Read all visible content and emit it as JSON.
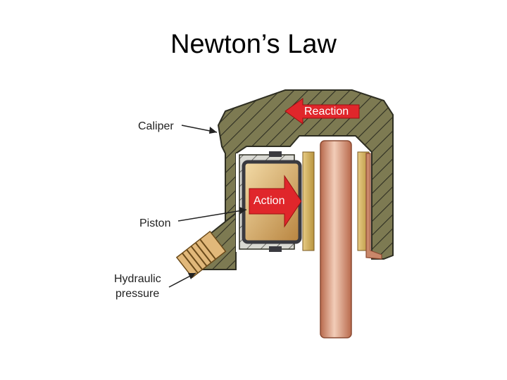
{
  "slide": {
    "title": "Newton’s Law"
  },
  "diagram": {
    "labels": {
      "caliper": "Caliper",
      "piston": "Piston",
      "hydraulic_line1": "Hydraulic",
      "hydraulic_line2": "pressure"
    },
    "arrows": {
      "reaction": "Reaction",
      "action": "Action"
    },
    "colors": {
      "caliper_body": "#7d7a52",
      "caliper_shade": "#5b5a3c",
      "hatch": "#2e2e22",
      "cavity": "#d9d9d3",
      "piston_body": "#c79a5a",
      "piston_highlight": "#f3dba7",
      "seal": "#3a3a40",
      "rotor": "#c9876a",
      "rotor_highlight": "#f2cdb8",
      "pad": "#d8b86a",
      "arrow": "#e0262b",
      "fitting": "#e1b87a"
    }
  }
}
